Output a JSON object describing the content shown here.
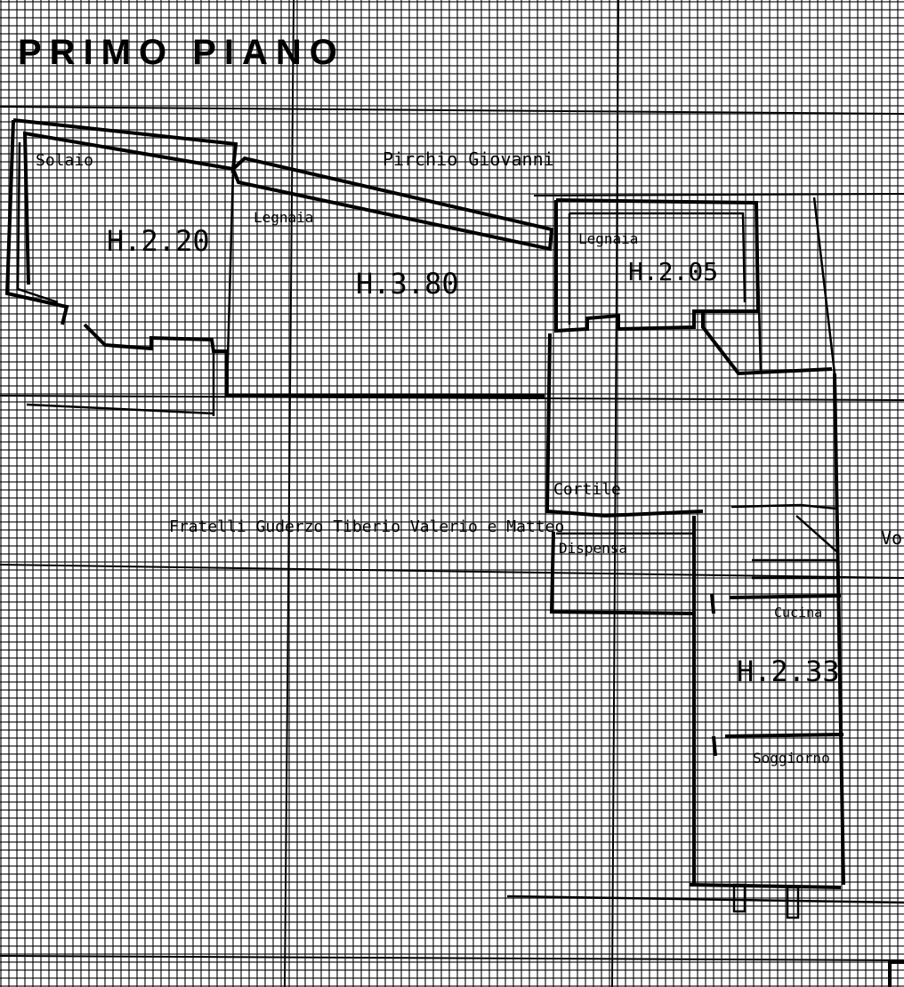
{
  "drawing": {
    "title": "PRIMO PIANO",
    "labels": {
      "solaio": "Solaio",
      "neighbor_top": "Pirchio Giovanni",
      "legnaia_left": "Legnaia",
      "legnaia_right": "Legnaia",
      "h_220": "H.2.20",
      "h_380": "H.3.80",
      "h_205": "H.2.05",
      "cortile": "Cortile",
      "dispensa": "Dispensa",
      "neighbor_bottom": "Fratelli Guderzo Tiberio Valerio e Matteo",
      "cucina": "Cucina",
      "h_233": "H.2.33",
      "soggiorno": "Soggiorno",
      "edge_text": "Vo"
    }
  }
}
